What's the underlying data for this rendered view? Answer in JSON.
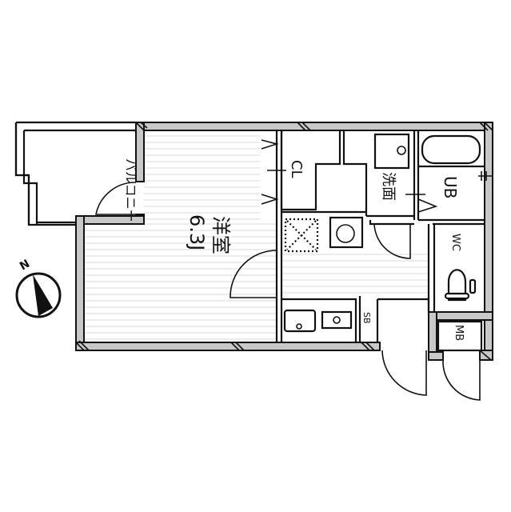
{
  "floorplan": {
    "rooms": {
      "western_room": {
        "name": "洋室",
        "size": "6.3J"
      },
      "balcony": {
        "name": "バルコニー"
      },
      "closet": {
        "name": "CL"
      },
      "washroom": {
        "name": "洗面"
      },
      "unit_bath": {
        "name": "UB"
      },
      "toilet": {
        "name": "WC"
      },
      "meter_box": {
        "name": "MB"
      },
      "shoe_box": {
        "name": "SB"
      }
    },
    "compass": {
      "label": "N"
    },
    "colors": {
      "wall_fill": "#c8c8c8",
      "line": "#111111",
      "floor_stripe": "#e2e2e2"
    }
  }
}
